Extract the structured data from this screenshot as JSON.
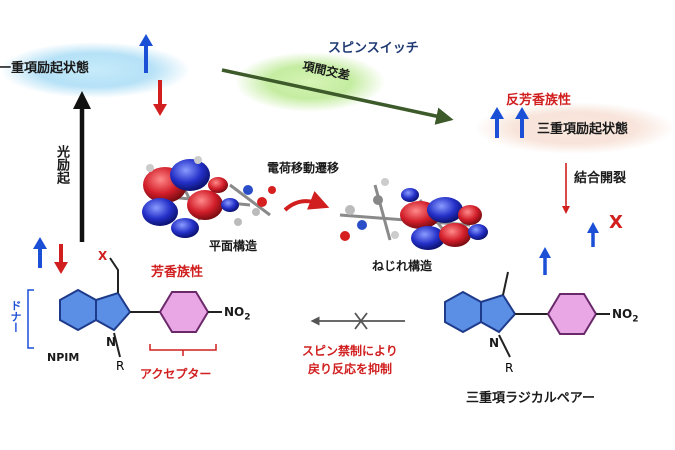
{
  "labels": {
    "singlet_excited": "一重項励起状態",
    "spin_switch": "スピンスイッチ",
    "isc": "項間交差",
    "antiaromatic": "反芳香族性",
    "triplet_excited": "三重項励起状態",
    "photoexcitation": "光励起",
    "charge_transfer": "電荷移動遷移",
    "planar": "平面構造",
    "twisted": "ねじれ構造",
    "bond_cleavage": "結合開裂",
    "aromatic": "芳香族性",
    "donor": "ドナー",
    "acceptor": "アクセプター",
    "npim": "NPIM",
    "r_left": "R",
    "n_left": "N",
    "x_left": "X",
    "no2_left": "NO",
    "no2_left_sub": "2",
    "spin_forbidden_1": "スピン禁制により",
    "spin_forbidden_2": "戻り反応を抑制",
    "triplet_radical_pair": "三重項ラジカルペアー",
    "r_right": "R",
    "n_right": "N",
    "x_right": "X",
    "no2_right": "NO",
    "no2_right_sub": "2"
  },
  "colors": {
    "blue_arrow": "#1a4fd6",
    "red_arrow": "#d11f1f",
    "ring_blue": "#5b8fe6",
    "ring_pink": "#e9a7e6",
    "glow_blue": "#a9dcf5",
    "glow_green": "#b6e88a",
    "glow_peach": "#f6ddd0",
    "isc_arrow": "#3d5a2a"
  }
}
